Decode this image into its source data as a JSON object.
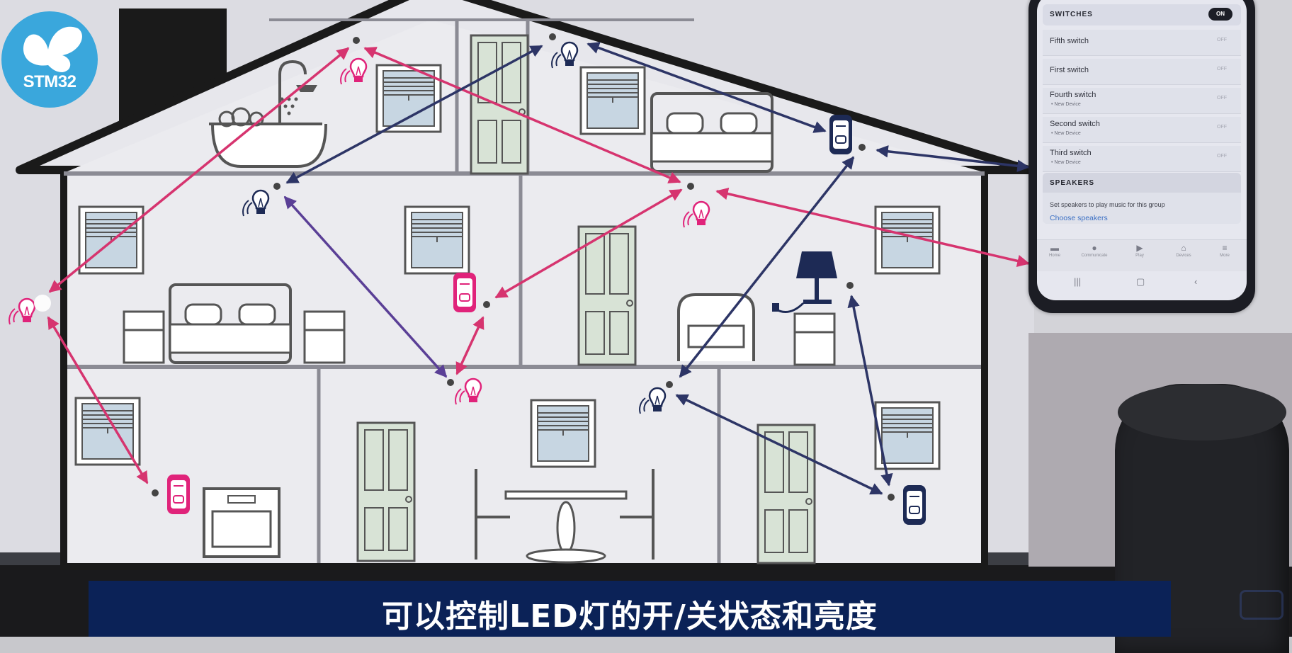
{
  "logo": {
    "text": "STM32"
  },
  "phone": {
    "switches": {
      "title": "SWITCHES",
      "master_state": "ON",
      "items": [
        {
          "label": "Fifth switch",
          "sub": "",
          "state": "OFF"
        },
        {
          "label": "First switch",
          "sub": "",
          "state": "OFF"
        },
        {
          "label": "Fourth switch",
          "sub": "• New Device",
          "state": "OFF"
        },
        {
          "label": "Second switch",
          "sub": "• New Device",
          "state": "OFF"
        },
        {
          "label": "Third switch",
          "sub": "• New Device",
          "state": "OFF"
        }
      ]
    },
    "speakers": {
      "title": "SPEAKERS",
      "description": "Set speakers to play music for this group",
      "link": "Choose speakers"
    },
    "nav": [
      {
        "label": "Home",
        "icon": "home-icon"
      },
      {
        "label": "Communicate",
        "icon": "chat-icon"
      },
      {
        "label": "Play",
        "icon": "play-icon"
      },
      {
        "label": "Devices",
        "icon": "devices-icon"
      },
      {
        "label": "More",
        "icon": "menu-icon"
      }
    ]
  },
  "subtitle": "可以控制LED灯的开/关状态和亮度",
  "colors": {
    "pink": "#e0237a",
    "navy": "#1d2a55",
    "subtitle_bg": "#0b2257",
    "purple": "#5a3f96"
  }
}
